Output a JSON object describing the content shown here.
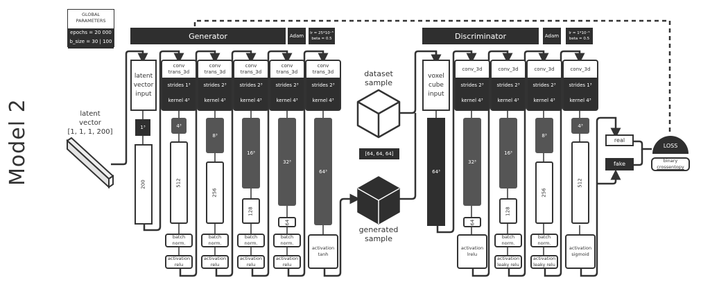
{
  "title": "Model 2",
  "global_parameters": {
    "heading_line1": "GLOBAL",
    "heading_line2": "PARAMETERS",
    "epochs": "epochs = 20 000",
    "batch_size": "b_size = 30 | 100"
  },
  "generator": {
    "label": "Generator",
    "optimizer": "Adam",
    "lr": "lr = 25*10⁻⁵",
    "beta": "beta = 0.5",
    "input": {
      "line1": "latent",
      "line2": "vector",
      "line3": "input"
    },
    "input_volume": "1³",
    "input_channels": "200",
    "latent_label": {
      "line1": "latent",
      "line2": "vector",
      "line3": "[1, 1, 1, 200]"
    },
    "layers": [
      {
        "type_line1": "conv",
        "type_line2": "trans_3d",
        "strides": "strides 1³",
        "kernel": "kernel 4³",
        "volume": "4³",
        "channels": "512",
        "norm_line1": "batch",
        "norm_line2": "norm.",
        "act_line1": "activation",
        "act_line2": "relu"
      },
      {
        "type_line1": "conv",
        "type_line2": "trans_3d",
        "strides": "strides 2³",
        "kernel": "kernel 4³",
        "volume": "8³",
        "channels": "256",
        "norm_line1": "batch",
        "norm_line2": "norm.",
        "act_line1": "activation",
        "act_line2": "relu"
      },
      {
        "type_line1": "conv",
        "type_line2": "trans_3d",
        "strides": "strides 2³",
        "kernel": "kernel 4³",
        "volume": "16³",
        "channels": "128",
        "norm_line1": "batch",
        "norm_line2": "norm.",
        "act_line1": "activation",
        "act_line2": "relu"
      },
      {
        "type_line1": "conv",
        "type_line2": "trans_3d",
        "strides": "strides 2³",
        "kernel": "kernel 4³",
        "volume": "32³",
        "channels": "64",
        "norm_line1": "batch",
        "norm_line2": "norm.",
        "act_line1": "activation",
        "act_line2": "relu"
      },
      {
        "type_line1": "conv",
        "type_line2": "trans_3d",
        "strides": "strides 2³",
        "kernel": "kernel 4³",
        "volume": "64³",
        "channels": "",
        "act_line1": "activation",
        "act_line2": "tanh"
      }
    ]
  },
  "samples": {
    "dataset": {
      "line1": "dataset",
      "line2": "sample"
    },
    "generated": {
      "line1": "generated",
      "line2": "sample"
    },
    "shape": "[64, 64, 64]"
  },
  "discriminator": {
    "label": "Discriminator",
    "optimizer": "Adam",
    "lr": "lr = 1*10⁻⁵",
    "beta": "beta = 0.5",
    "input": {
      "line1": "voxel",
      "line2": "cube",
      "line3": "input"
    },
    "input_volume": "64³",
    "layers": [
      {
        "type": "conv_3d",
        "strides": "strides 2³",
        "kernel": "kernel 4³",
        "volume": "32³",
        "channels": "64",
        "act_line1": "activation",
        "act_line2": "lrelu"
      },
      {
        "type": "conv_3d",
        "strides": "strides 2³",
        "kernel": "kernel 4³",
        "volume": "16³",
        "channels": "128",
        "norm_line1": "batch",
        "norm_line2": "norm.",
        "act_line1": "activation",
        "act_line2": "leaky relu"
      },
      {
        "type": "conv_3d",
        "strides": "strides 2³",
        "kernel": "kernel 4³",
        "volume": "8³",
        "channels": "256",
        "norm_line1": "batch",
        "norm_line2": "norm.",
        "act_line1": "activation",
        "act_line2": "leaky relu"
      },
      {
        "type": "conv_3d",
        "strides": "strides 1³",
        "kernel": "kernel 4³",
        "volume": "4³",
        "channels": "512",
        "act_line1": "activation",
        "act_line2": "sigmoid"
      }
    ]
  },
  "output": {
    "real": "real",
    "fake": "fake"
  },
  "loss": {
    "title": "LOSS",
    "line1": "binary",
    "line2": "crossentopy"
  }
}
